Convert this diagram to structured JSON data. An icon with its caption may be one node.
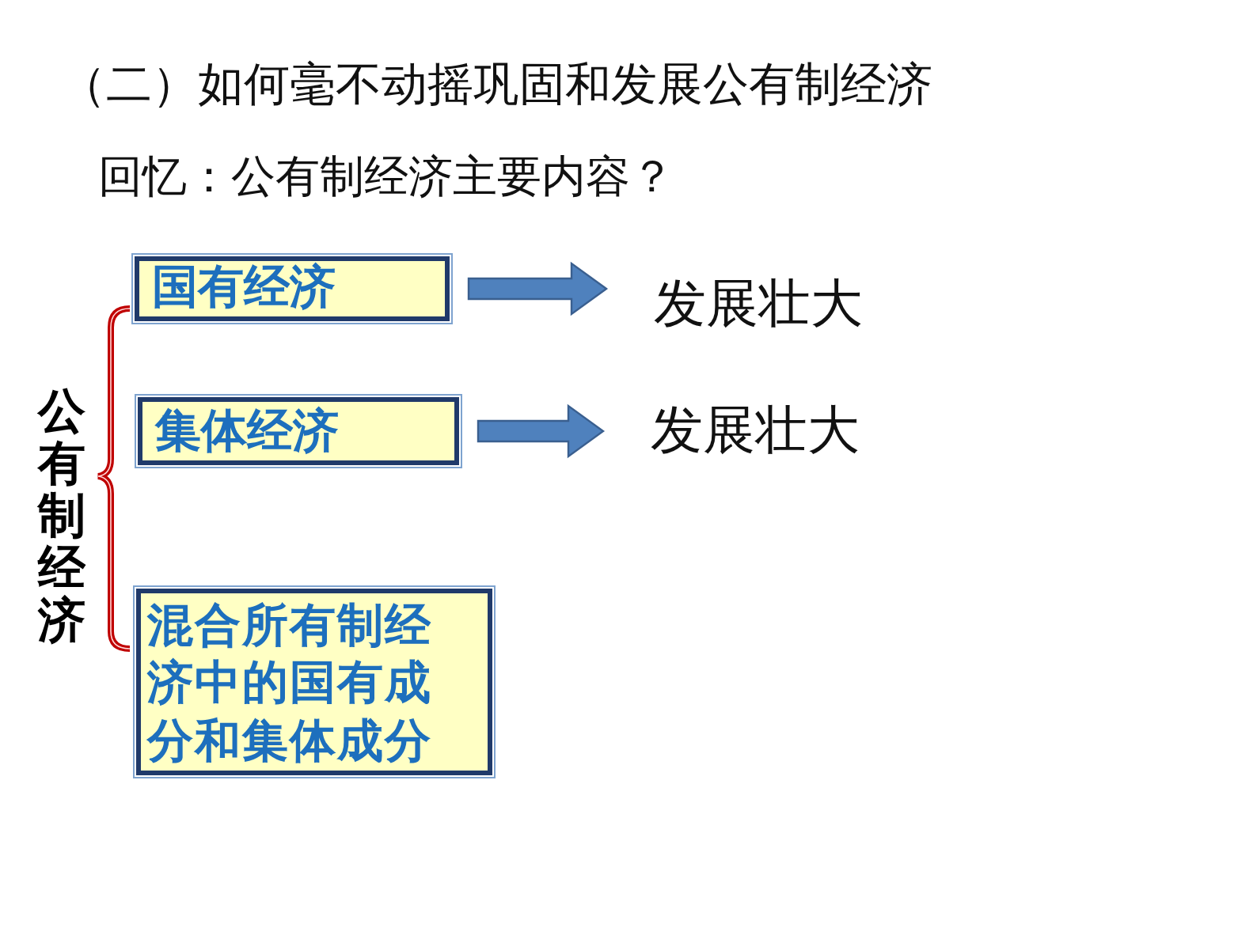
{
  "diagram": {
    "title": "（二）如何毫不动摇巩固和发展公有制经济",
    "nodes": [
      {
        "text": [
          "国有经济"
        ]
      },
      {
        "text": [
          "集体经济"
        ]
      },
      {
        "text": [
          "混合所有制经济中的国有成分和集体成分"
        ]
      },
      {
        "text": [
          "发展壮大"
        ]
      },
      {
        "text": [
          "发展壮大"
        ]
      }
    ],
    "edges": [
      {
        "from": 0,
        "to": 3,
        "arrow": "to"
      },
      {
        "from": 1,
        "to": 4,
        "arrow": "to"
      }
    ],
    "labels": [
      "回忆：公有制经济主要内容？",
      "公有制经济"
    ]
  }
}
